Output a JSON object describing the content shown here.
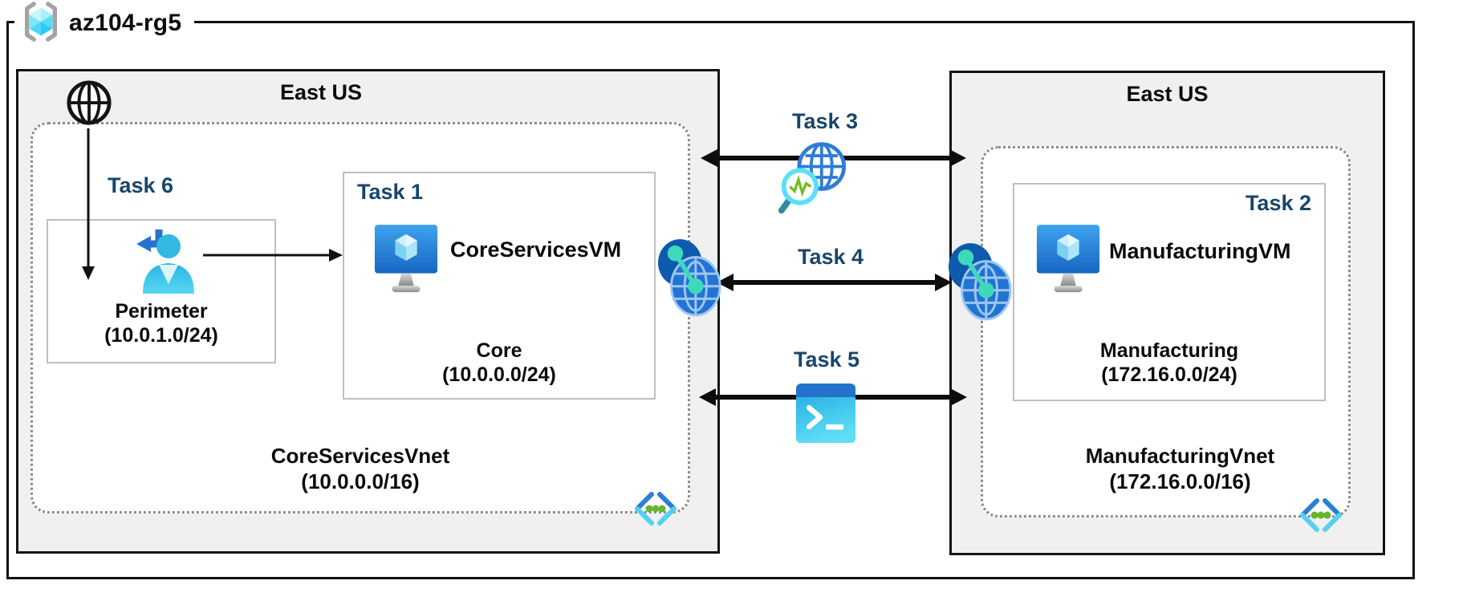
{
  "resource_group": {
    "name": "az104-rg5"
  },
  "regions": {
    "left": {
      "title": "East US",
      "vnet_name": "CoreServicesVnet",
      "vnet_cidr": "(10.0.0.0/16)",
      "perimeter_task": "Task 6",
      "perimeter_name": "Perimeter",
      "perimeter_cidr": "(10.0.1.0/24)",
      "vm_task": "Task 1",
      "vm_name": "CoreServicesVM",
      "subnet_name": "Core",
      "subnet_cidr": "(10.0.0.0/24)"
    },
    "right": {
      "title": "East US",
      "vnet_name": "ManufacturingVnet",
      "vnet_cidr": "(172.16.0.0/16)",
      "vm_task": "Task 2",
      "vm_name": "ManufacturingVM",
      "subnet_name": "Manufacturing",
      "subnet_cidr": "(172.16.0.0/24)"
    }
  },
  "connections": {
    "task3_label": "Task 3",
    "task4_label": "Task 4",
    "task5_label": "Task 5"
  },
  "icons": {
    "resource_group": "resource-group-icon",
    "internet": "internet-globe-icon",
    "perimeter_user": "user-sign-in-icon",
    "virtual_machine": "virtual-machine-icon",
    "network_watcher": "network-watcher-icon",
    "vnet_peering": "vnet-peering-icon",
    "cloud_shell": "cloud-shell-icon",
    "subnet_code": "code-brackets-icon"
  },
  "colors": {
    "task_label": "#17466B",
    "region_fill": "#F0F0F0",
    "border_black": "#111111",
    "box_border_gray": "#BFBFBF",
    "dashed_border": "#8C8C8C",
    "azure_blue": "#2B7FD4",
    "cyan": "#50E6FF",
    "green": "#76BC21",
    "teal": "#3FD9B9"
  }
}
